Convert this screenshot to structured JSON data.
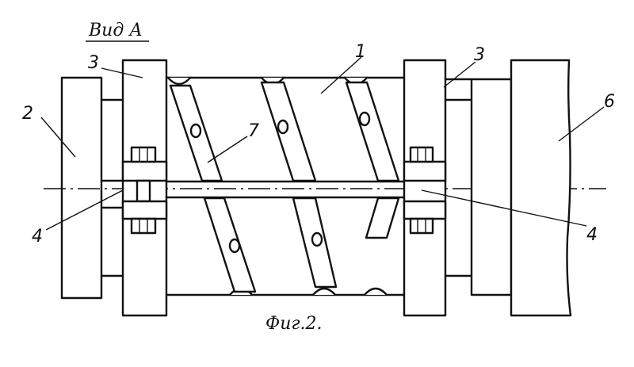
{
  "view_title": "Вид А",
  "figure_caption": "Фиг.2.",
  "labels": {
    "l1": "1",
    "l2": "2",
    "l3_left": "3",
    "l3_right": "3",
    "l4_left": "4",
    "l4_right": "4",
    "l6": "6",
    "l7": "7"
  }
}
